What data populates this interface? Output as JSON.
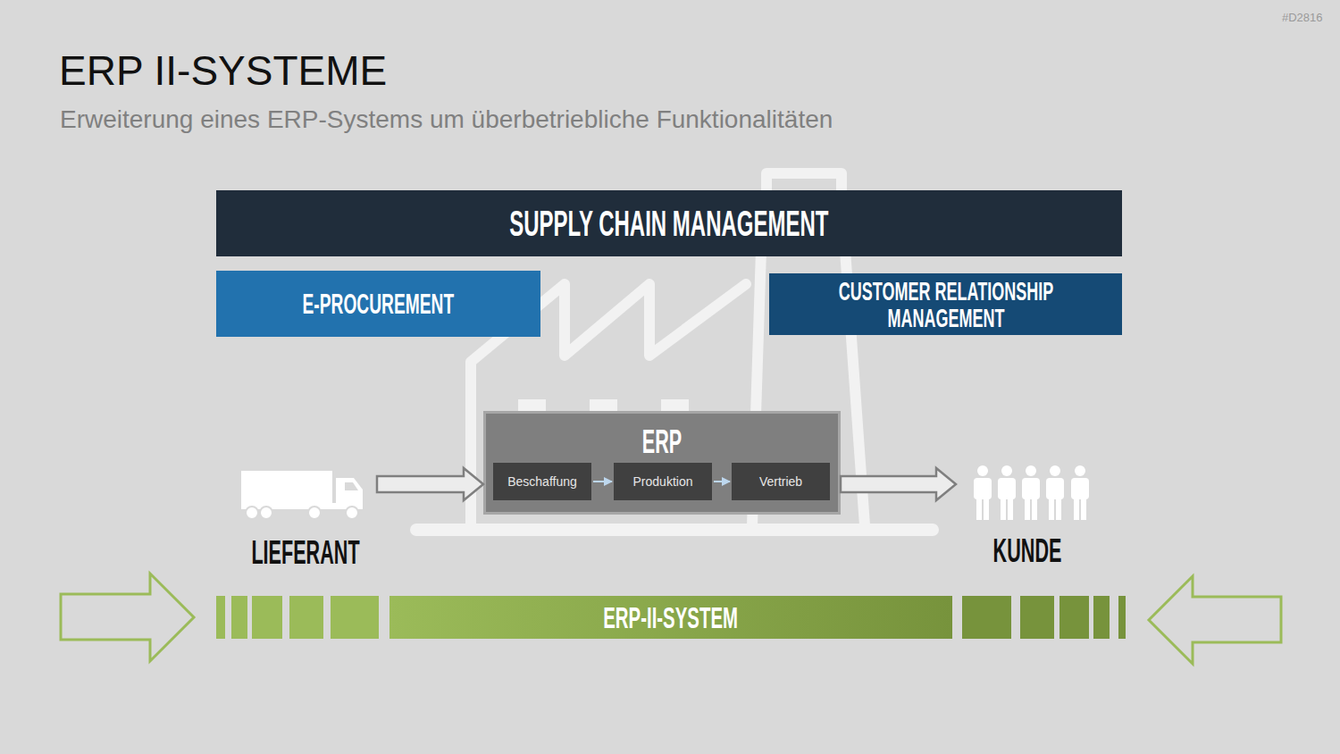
{
  "diagram": {
    "title": "ERP II-SYSTEME",
    "caption": "Erweiterung eines ERP-Systems um überbetriebliche Funktionalitäten",
    "nodes": [
      {
        "text": [
          "SUPPLY CHAIN MANAGEMENT"
        ]
      },
      {
        "text": [
          "E-PROCUREMENT"
        ]
      },
      {
        "text": [
          "CUSTOMER RELATIONSHIP MANAGEMENT"
        ]
      },
      {
        "text": [
          "LIEFERANT"
        ]
      },
      {
        "text": [
          "ERP"
        ]
      },
      {
        "text": [
          "Beschaffung"
        ],
        "in": 4
      },
      {
        "text": [
          "Produktion"
        ],
        "in": 4
      },
      {
        "text": [
          "Vertrieb"
        ],
        "in": 4
      },
      {
        "text": [
          "KUNDE"
        ]
      },
      {
        "text": [
          "ERP-II-SYSTEM"
        ]
      }
    ],
    "edges": [
      {
        "from": 3,
        "to": 4,
        "arrow": "to"
      },
      {
        "from": 5,
        "to": 6,
        "arrow": "to"
      },
      {
        "from": 6,
        "to": 7,
        "arrow": "to"
      },
      {
        "from": 4,
        "to": 8,
        "arrow": "to"
      }
    ],
    "labels": [
      "#D2816"
    ]
  }
}
